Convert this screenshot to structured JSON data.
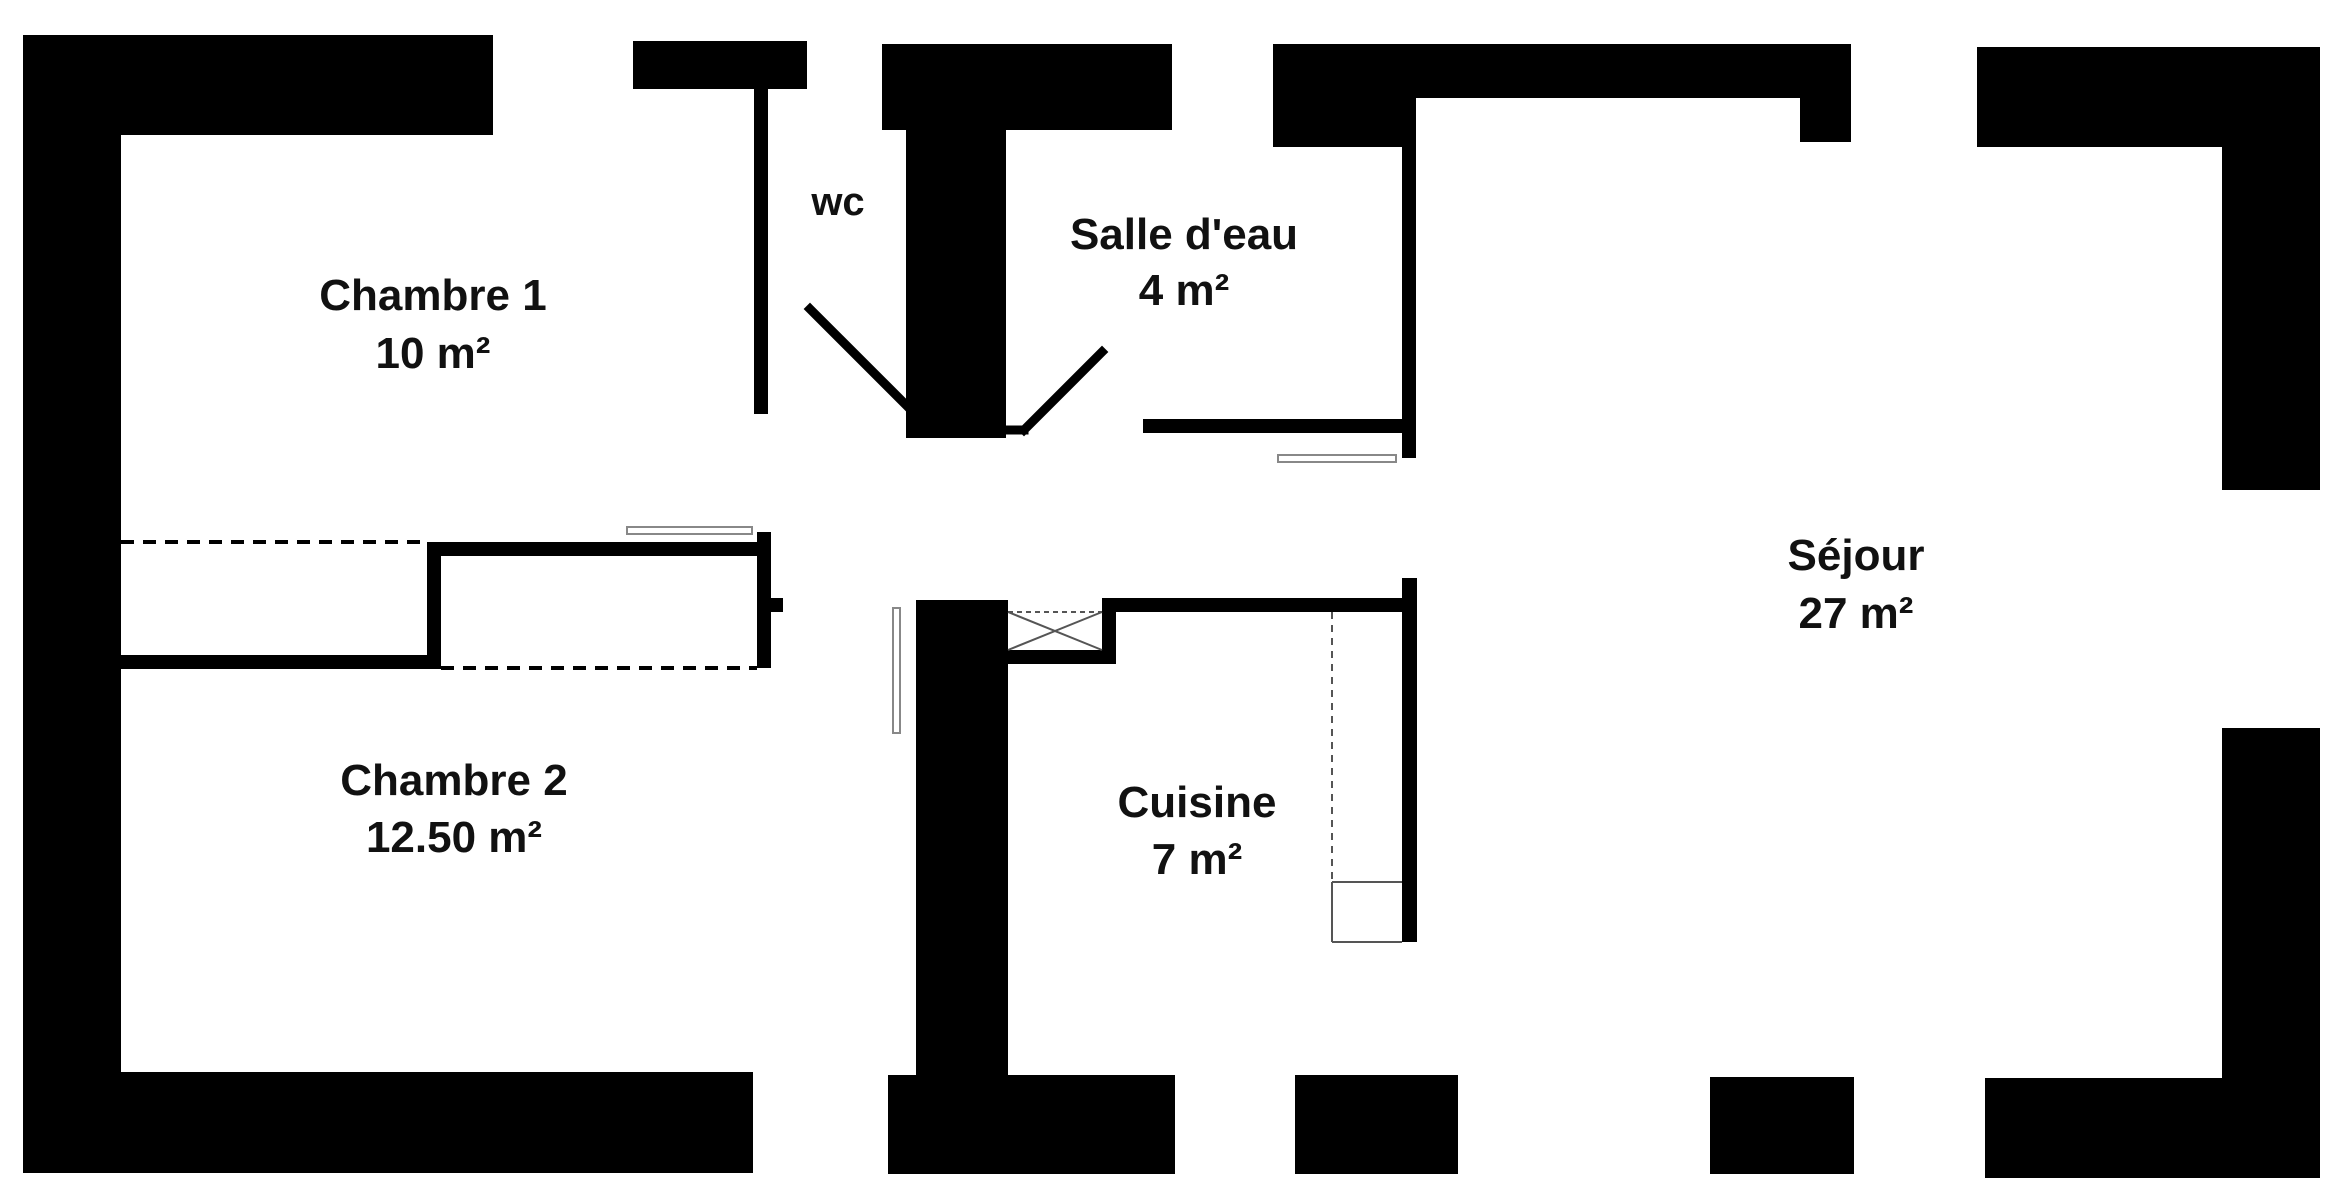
{
  "colors": {
    "wall": "#000000",
    "background": "#ffffff",
    "fixture": "#555555",
    "glass": "#bfbfbf"
  },
  "rooms": {
    "chambre1": {
      "name": "Chambre 1",
      "area": "10 m²"
    },
    "wc": {
      "name": "wc"
    },
    "salle_eau": {
      "name": "Salle d'eau",
      "area": "4 m²"
    },
    "chambre2": {
      "name": "Chambre 2",
      "area": "12.50 m²"
    },
    "cuisine": {
      "name": "Cuisine",
      "area": "7 m²"
    },
    "sejour": {
      "name": "Séjour",
      "area": "27 m²"
    }
  }
}
